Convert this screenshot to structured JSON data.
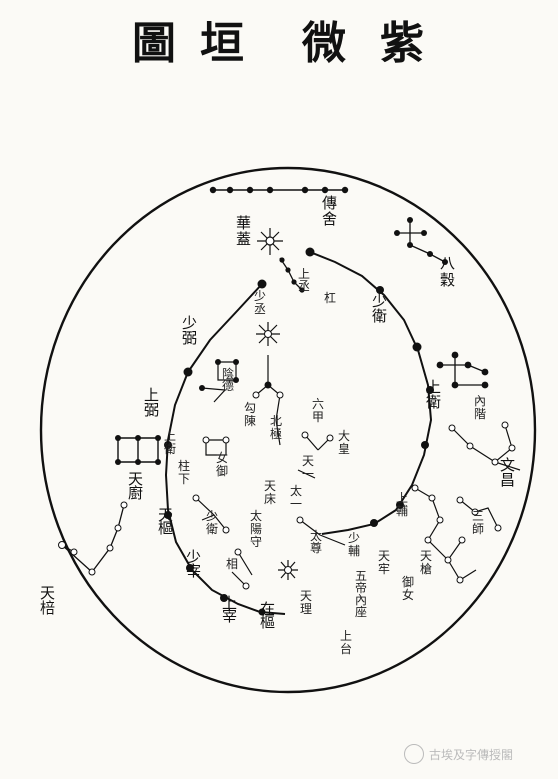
{
  "title": "圖垣微紫",
  "labels": {
    "chuanshe": "傳舍",
    "huagai": "華蓋",
    "bagu": "八穀",
    "shangcheng": "上丞",
    "gang": "杠",
    "shaowei_r": "少衛",
    "shaocheng": "少丞",
    "shangwei_r": "上衛",
    "neijie": "內階",
    "wenchang": "文昌",
    "tianchu": "天廚",
    "tianbang": "天棓",
    "shaobi": "少弼",
    "shangbi": "上弼",
    "shaozai": "少宰",
    "shangzai": "上宰",
    "tianshu": "天樞",
    "zaishu": "在樞",
    "tianli": "天理",
    "yinde": "陰德",
    "shangfu": "上輔",
    "shaofu": "少輔",
    "taiyi": "太一",
    "tianyi": "天一",
    "gouchen": "勾陳",
    "beiji": "北極",
    "nuyu": "女御",
    "zhuxia": "柱下",
    "shaowei_l": "少衛",
    "shangwei_l": "上衛",
    "liujia": "六甲",
    "dahuang": "大皇",
    "tianchuang": "天床",
    "xianggan": "相",
    "taiyang": "太陽守",
    "tianqiang": "天槍",
    "sanshi": "三師",
    "taizun": "太尊",
    "tianlao": "天牢",
    "wuhou": "五帝內座",
    "yuhou": "御女",
    "shangtai": "上台"
  },
  "watermark": "古埃及字傳授閣"
}
